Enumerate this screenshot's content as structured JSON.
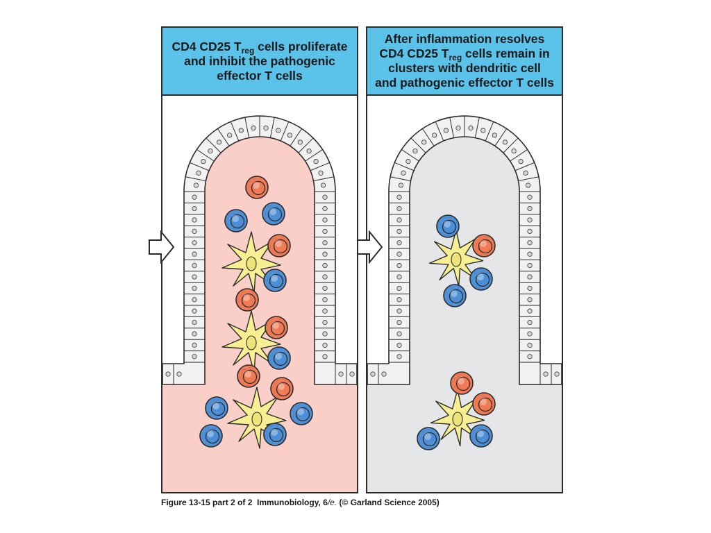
{
  "panels": [
    {
      "header_part1": "CD4 CD25 T",
      "header_sub": "reg",
      "header_part2": " cells proliferate",
      "header_line2": "and inhibit the pathogenic",
      "header_line3": "effector T cells",
      "lamina_color": "#f9cfc8"
    },
    {
      "header_line1": "After inflammation resolves",
      "header_part1": "CD4 CD25 T",
      "header_sub": "reg",
      "header_part2": " cells remain in",
      "header_line3": "clusters with dendritic cell",
      "header_line4": "and pathogenic effector T cells",
      "lamina_color": "#e4e6e8"
    }
  ],
  "caption": {
    "figure": "Figure 13-15 part 2 of 2",
    "book": "Immunobiology, 6",
    "edition": "/e.",
    "copyright": "(© Garland Science 2005)"
  },
  "colors": {
    "header": "#5bc2ea",
    "treg_cell": "#ee7a55",
    "effector_cell": "#4e8fd6",
    "dendritic_cell": "#f7ef92",
    "epithelium": "#f2f2f2"
  }
}
